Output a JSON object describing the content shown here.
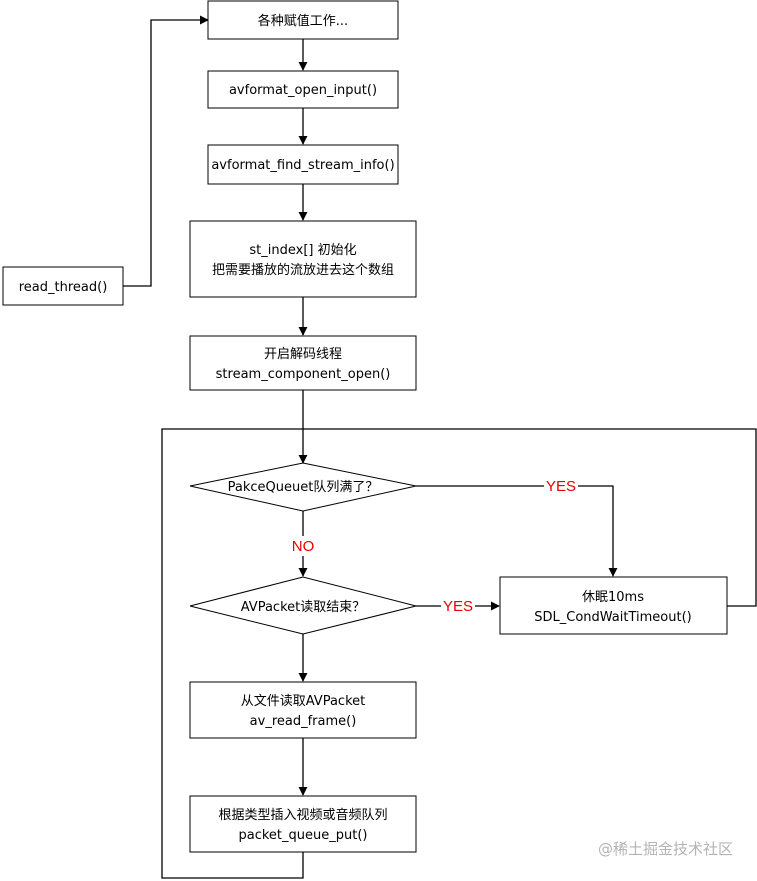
{
  "colors": {
    "stroke": "#000000",
    "label": "#e60000",
    "watermark": "#b4b4b4"
  },
  "nodes": {
    "init": "各种赋值工作...",
    "open_input": "avformat_open_input()",
    "find_stream_info": "avformat_find_stream_info()",
    "st_index_line1": "st_index[] 初始化",
    "st_index_line2": "把需要播放的流放进去这个数组",
    "read_thread": "read_thread()",
    "decoder_line1": "开启解码线程",
    "decoder_line2": "stream_component_open()",
    "queue_full": "PakceQueuet队列满了？",
    "read_end": "AVPacket读取结束？",
    "sleep_line1": "休眠10ms",
    "sleep_line2": "SDL_CondWaitTimeout()",
    "read_frame_line1": "从文件读取AVPacket",
    "read_frame_line2": "av_read_frame()",
    "queue_put_line1": "根据类型插入视频或音频队列",
    "queue_put_line2": "packet_queue_put()"
  },
  "edge_labels": {
    "yes_full": "YES",
    "no_full": "NO",
    "yes_end": "YES"
  },
  "watermark": "@稀土掘金技术社区"
}
